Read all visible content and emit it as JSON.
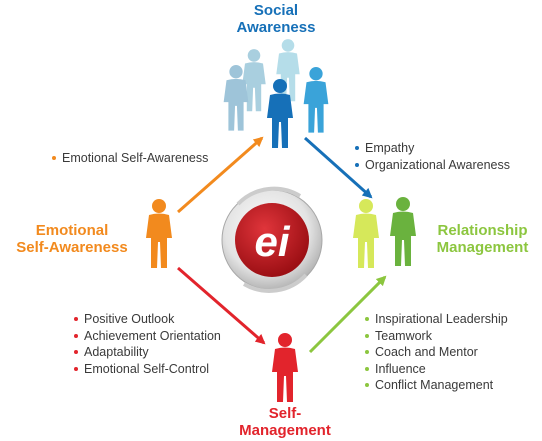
{
  "colors": {
    "social": "#1670b8",
    "self_awareness": "#f28a1e",
    "relationship": "#8cc63f",
    "self_management": "#e2242c",
    "ei_red": "#c4161c"
  },
  "center": {
    "label": "ei"
  },
  "nodes": {
    "social": {
      "title": "Social\nAwareness"
    },
    "self_awareness": {
      "title": "Emotional\nSelf-Awareness"
    },
    "relationship": {
      "title": "Relationship\nManagement"
    },
    "self_management": {
      "title": "Self-\nManagement"
    }
  },
  "lists": {
    "self_awareness": [
      "Emotional Self-Awareness"
    ],
    "social": [
      "Empathy",
      "Organizational Awareness"
    ],
    "self_management": [
      "Positive Outlook",
      "Achievement Orientation",
      "Adaptability",
      "Emotional Self-Control"
    ],
    "relationship": [
      "Inspirational Leadership",
      "Teamwork",
      "Coach and Mentor",
      "Influence",
      "Conflict Management"
    ]
  }
}
